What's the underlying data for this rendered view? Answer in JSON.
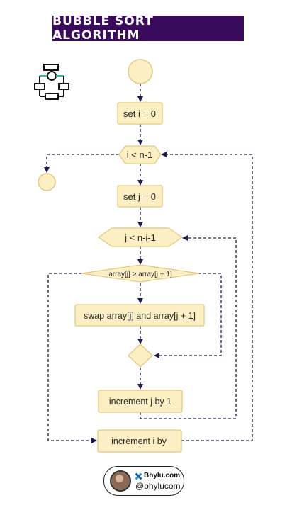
{
  "title": "BUBBLE SORT ALGORITHM",
  "nodes": {
    "set_i": "set i = 0",
    "cond_i": "i < n-1",
    "set_j": "set j = 0",
    "cond_j": "j < n-i-1",
    "compare": "array[j] > array[j + 1]",
    "swap": "swap array[j] and array[j + 1]",
    "inc_j": "increment j by 1",
    "inc_i": "increment i by"
  },
  "footer": {
    "site": "Bhylu.com",
    "handle": "@bhylucom"
  },
  "colors": {
    "title_bg": "#3a0a5c",
    "node_fill": "#fcefc4",
    "node_stroke": "#e2c97e",
    "arrow": "#1e1a4d",
    "icon_accent": "#2fb3b0"
  }
}
